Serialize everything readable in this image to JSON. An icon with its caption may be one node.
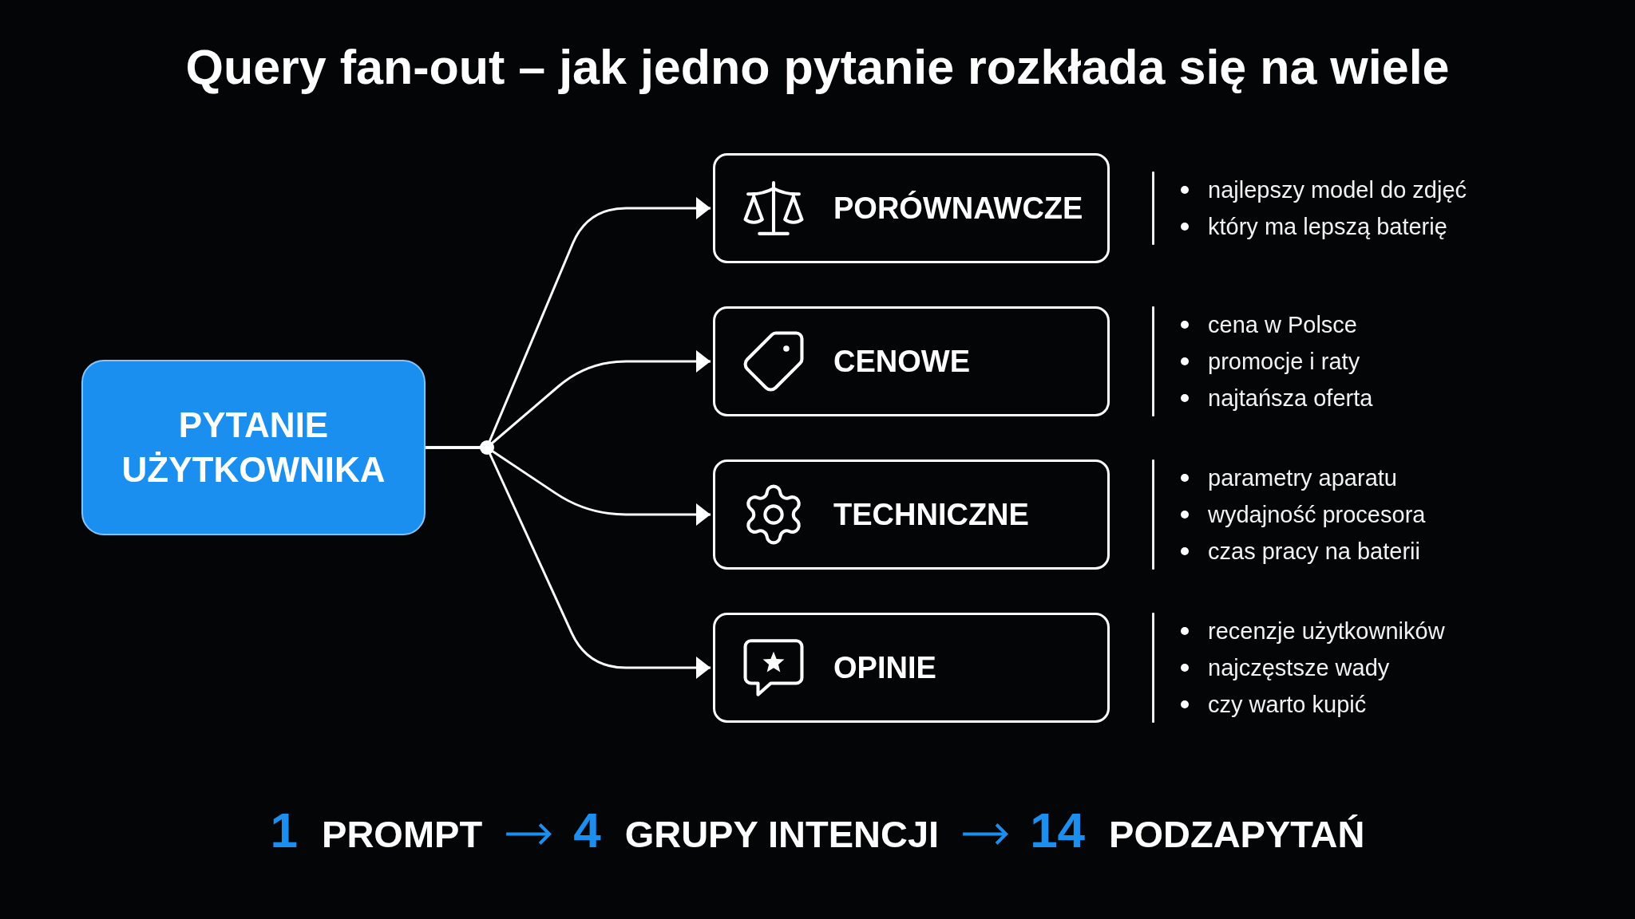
{
  "diagram": {
    "title": "Query fan-out – jak jedno pytanie rozkłada się na wiele",
    "nodes": [
      {
        "text": [
          "PYTANIE UŻYTKOWNIKA"
        ]
      },
      {
        "text": [
          "PORÓWNAWCZE"
        ],
        "beside": [
          "najlepszy model do zdjęć",
          "który ma lepszą baterię"
        ]
      },
      {
        "text": [
          "CENOWE"
        ],
        "beside": [
          "cena w Polsce",
          "promocje i raty",
          "najtańsza oferta"
        ]
      },
      {
        "text": [
          "TECHNICZNE"
        ],
        "beside": [
          "parametry aparatu",
          "wydajność procesora",
          "czas pracy na baterii"
        ]
      },
      {
        "text": [
          "OPINIE"
        ],
        "beside": [
          "recenzje użytkowników",
          "najczęstsze wady",
          "czy warto kupić"
        ]
      },
      {
        "text": [
          "1",
          "PROMPT"
        ]
      },
      {
        "text": [
          "4",
          "GRUPY INTENCJI"
        ]
      },
      {
        "text": [
          "14",
          "PODZAPYTAŃ"
        ]
      }
    ],
    "edges": [
      {
        "from": 0,
        "to": 1,
        "arrow": "to"
      },
      {
        "from": 0,
        "to": 2,
        "arrow": "to"
      },
      {
        "from": 0,
        "to": 3,
        "arrow": "to"
      },
      {
        "from": 0,
        "to": 4,
        "arrow": "to"
      },
      {
        "from": 5,
        "to": 6,
        "arrow": "to",
        "color": "#1b8ff0"
      },
      {
        "from": 6,
        "to": 7,
        "arrow": "to",
        "color": "#1b8ff0"
      }
    ]
  }
}
